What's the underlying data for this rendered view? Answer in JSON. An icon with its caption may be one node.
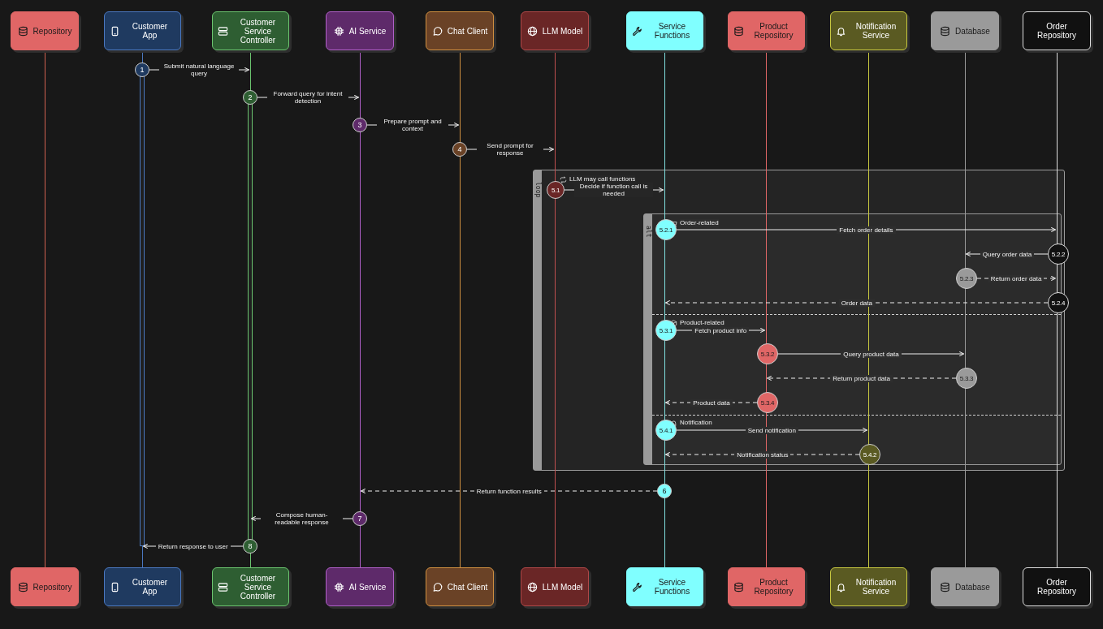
{
  "diagram": {
    "nodes": [
      {
        "text": [
          "Repository"
        ]
      },
      {
        "text": [
          "Customer App"
        ]
      },
      {
        "text": [
          "Customer Service Controller"
        ]
      },
      {
        "text": [
          "AI Service"
        ]
      },
      {
        "text": [
          "Chat Client"
        ]
      },
      {
        "text": [
          "LLM Model"
        ]
      },
      {
        "text": [
          "Service Functions"
        ]
      },
      {
        "text": [
          "Product Repository"
        ]
      },
      {
        "text": [
          "Notification Service"
        ]
      },
      {
        "text": [
          "Database"
        ]
      },
      {
        "text": [
          "Order Repository"
        ]
      },
      {
        "text": [
          "1"
        ]
      },
      {
        "text": [
          "2"
        ]
      },
      {
        "text": [
          "3"
        ]
      },
      {
        "text": [
          "4"
        ]
      },
      {
        "text": [
          "loop",
          "LLM may call functions"
        ]
      },
      {
        "text": [
          "5.1"
        ],
        "in": 15
      },
      {
        "text": [
          "alt",
          "Order-related",
          "Product-related",
          "Notification"
        ],
        "in": 15
      },
      {
        "text": [
          "5.2.1"
        ],
        "in": 17
      },
      {
        "text": [
          "5.2.2"
        ],
        "in": 17
      },
      {
        "text": [
          "5.2.3"
        ],
        "in": 17
      },
      {
        "text": [
          "5.2.4"
        ],
        "in": 17
      },
      {
        "text": [
          "5.3.1"
        ],
        "in": 17
      },
      {
        "text": [
          "5.3.2"
        ],
        "in": 17
      },
      {
        "text": [
          "5.3.3"
        ],
        "in": 17
      },
      {
        "text": [
          "5.3.4"
        ],
        "in": 17
      },
      {
        "text": [
          "5.4.1"
        ],
        "in": 17
      },
      {
        "text": [
          "5.4.2"
        ],
        "in": 17
      },
      {
        "text": [
          "6"
        ]
      },
      {
        "text": [
          "7"
        ]
      },
      {
        "text": [
          "8"
        ]
      },
      {
        "text": [
          "Repository"
        ]
      },
      {
        "text": [
          "Customer App"
        ]
      },
      {
        "text": [
          "Customer Service Controller"
        ]
      },
      {
        "text": [
          "AI Service"
        ]
      },
      {
        "text": [
          "Chat Client"
        ]
      },
      {
        "text": [
          "LLM Model"
        ]
      },
      {
        "text": [
          "Service Functions"
        ]
      },
      {
        "text": [
          "Product Repository"
        ]
      },
      {
        "text": [
          "Notification Service"
        ]
      },
      {
        "text": [
          "Database"
        ]
      },
      {
        "text": [
          "Order Repository"
        ]
      },
      {
        "text": [],
        "shape": "bar"
      },
      {
        "text": [],
        "shape": "bar"
      },
      {
        "text": [],
        "shape": "bar"
      },
      {
        "text": [],
        "shape": "bar"
      },
      {
        "text": [],
        "shape": "bar"
      },
      {
        "text": [],
        "shape": "bar"
      },
      {
        "text": [],
        "shape": "bar"
      },
      {
        "text": [],
        "shape": "bar"
      },
      {
        "text": [],
        "shape": "bar"
      },
      {
        "text": [],
        "shape": "bar"
      },
      {
        "text": [],
        "shape": "bar"
      }
    ],
    "edges": [
      {
        "from": 11,
        "to": 44,
        "label": "Submit natural language query",
        "arrow": "to"
      },
      {
        "from": 12,
        "to": 45,
        "label": "Forward query for intent detection",
        "arrow": "to"
      },
      {
        "from": 13,
        "to": 46,
        "label": "Prepare prompt and context",
        "arrow": "to"
      },
      {
        "from": 14,
        "to": 47,
        "label": "Send prompt for response",
        "arrow": "to"
      },
      {
        "from": 16,
        "to": 48,
        "label": "Decide if function call is needed",
        "arrow": "to"
      },
      {
        "from": 18,
        "to": 52,
        "label": "Fetch order details",
        "arrow": "to"
      },
      {
        "from": 19,
        "to": 51,
        "label": "Query order data",
        "arrow": "to"
      },
      {
        "from": 20,
        "to": 52,
        "label": "Return order data",
        "arrow": "to",
        "style": "dashed"
      },
      {
        "from": 21,
        "to": 48,
        "label": "Order data",
        "arrow": "to",
        "style": "dashed"
      },
      {
        "from": 22,
        "to": 49,
        "label": "Fetch product info",
        "arrow": "to"
      },
      {
        "from": 23,
        "to": 51,
        "label": "Query product data",
        "arrow": "to"
      },
      {
        "from": 24,
        "to": 49,
        "label": "Return product data",
        "arrow": "to",
        "style": "dashed"
      },
      {
        "from": 25,
        "to": 48,
        "label": "Product data",
        "arrow": "to",
        "style": "dashed"
      },
      {
        "from": 26,
        "to": 50,
        "label": "Send notification",
        "arrow": "to"
      },
      {
        "from": 27,
        "to": 48,
        "label": "Notification status",
        "arrow": "to",
        "style": "dashed"
      },
      {
        "from": 28,
        "to": 45,
        "label": "Return function results",
        "arrow": "to",
        "style": "dashed"
      },
      {
        "from": 29,
        "to": 44,
        "label": "Compose human-readable response",
        "arrow": "to"
      },
      {
        "from": 30,
        "to": 43,
        "label": "Return response to user",
        "arrow": "to"
      }
    ]
  }
}
